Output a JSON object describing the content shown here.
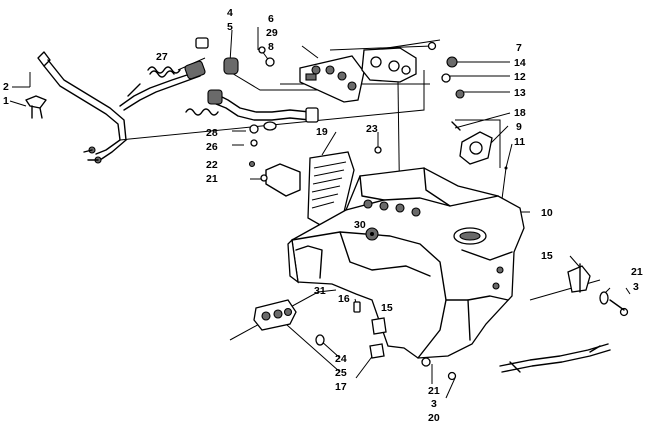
{
  "callouts": [
    {
      "id": "c-1",
      "label": "1"
    },
    {
      "id": "c-2",
      "label": "2"
    },
    {
      "id": "c-4",
      "label": "4"
    },
    {
      "id": "c-5",
      "label": "5"
    },
    {
      "id": "c-27",
      "label": "27"
    },
    {
      "id": "c-6",
      "label": "6"
    },
    {
      "id": "c-29",
      "label": "29"
    },
    {
      "id": "c-8",
      "label": "8"
    },
    {
      "id": "c-7",
      "label": "7"
    },
    {
      "id": "c-14",
      "label": "14"
    },
    {
      "id": "c-12",
      "label": "12"
    },
    {
      "id": "c-13",
      "label": "13"
    },
    {
      "id": "c-18",
      "label": "18"
    },
    {
      "id": "c-9",
      "label": "9"
    },
    {
      "id": "c-11",
      "label": "11"
    },
    {
      "id": "c-28",
      "label": "28"
    },
    {
      "id": "c-26",
      "label": "26"
    },
    {
      "id": "c-19",
      "label": "19"
    },
    {
      "id": "c-23",
      "label": "23"
    },
    {
      "id": "c-22",
      "label": "22"
    },
    {
      "id": "c-21a",
      "label": "21"
    },
    {
      "id": "c-10",
      "label": "10"
    },
    {
      "id": "c-30",
      "label": "30"
    },
    {
      "id": "c-15a",
      "label": "15"
    },
    {
      "id": "c-21b",
      "label": "21"
    },
    {
      "id": "c-3a",
      "label": "3"
    },
    {
      "id": "c-31",
      "label": "31"
    },
    {
      "id": "c-16",
      "label": "16"
    },
    {
      "id": "c-15b",
      "label": "15"
    },
    {
      "id": "c-24",
      "label": "24"
    },
    {
      "id": "c-25",
      "label": "25"
    },
    {
      "id": "c-17",
      "label": "17"
    },
    {
      "id": "c-21c",
      "label": "21"
    },
    {
      "id": "c-3b",
      "label": "3"
    },
    {
      "id": "c-20",
      "label": "20"
    }
  ]
}
